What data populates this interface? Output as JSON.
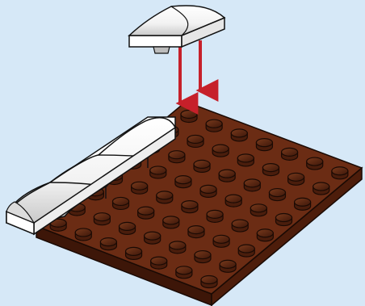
{
  "scene": {
    "description_visible_text": "",
    "background_color": "#d6e8f7",
    "baseplate": {
      "color": "#5a2410",
      "top_color": "#6b2c14",
      "stud_color": "#4a1d0c",
      "stud_top_color": "#6e3016",
      "outline_color": "#1a0a04",
      "rows": 8,
      "cols": 7
    },
    "tiles": {
      "color": "#ffffff",
      "shade_color": "#c9c9c9",
      "outline_color": "#111111",
      "count_on_plate": 4,
      "count_floating": 1
    },
    "arrows": {
      "color": "#c6202a",
      "count": 2
    }
  }
}
